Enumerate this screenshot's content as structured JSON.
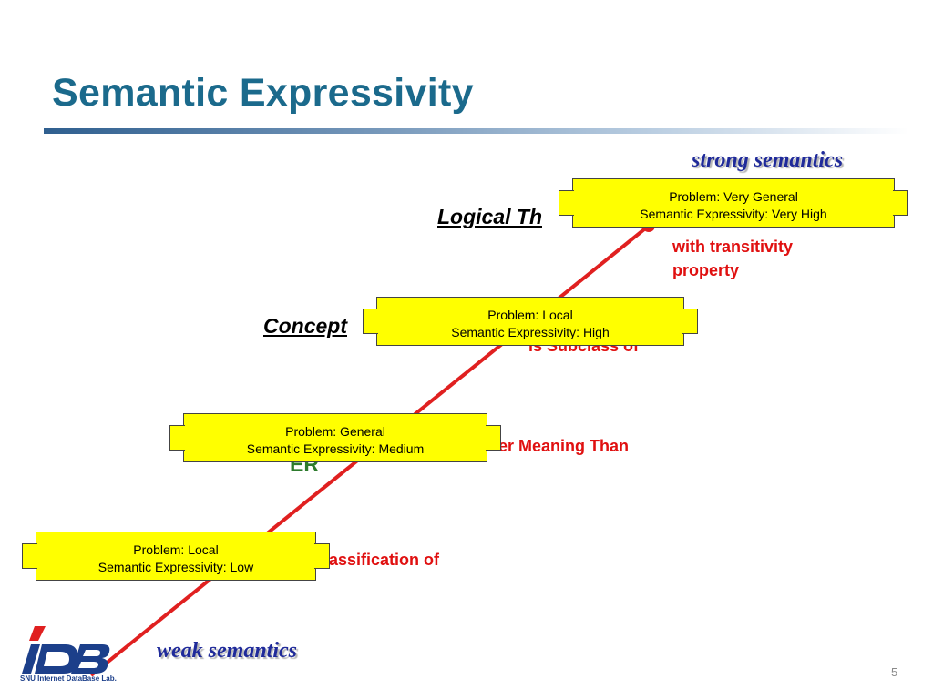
{
  "slide": {
    "title": "Semantic Expressivity",
    "page_number": "5"
  },
  "axis": {
    "top_label": "strong semantics",
    "bottom_label": "weak semantics"
  },
  "levels": [
    {
      "name": "Logical Th",
      "relation_lines": [
        "with transitivity",
        "property"
      ]
    },
    {
      "name": "Concept",
      "relation_lines": [
        "is Subclass of"
      ]
    },
    {
      "name": "ER",
      "relation_lines": [
        "wer Meaning Than"
      ]
    },
    {
      "name": "",
      "relation_lines": [
        "assification of"
      ]
    }
  ],
  "callouts": [
    {
      "line1": "Problem: Very General",
      "line2": "Semantic Expressivity: Very High"
    },
    {
      "line1": "Problem: Local",
      "line2": "Semantic Expressivity: High"
    },
    {
      "line1": "Problem: General",
      "line2": "Semantic Expressivity: Medium"
    },
    {
      "line1": "Problem: Local",
      "line2": "Semantic Expressivity: Low"
    }
  ],
  "logo": {
    "caption": "SNU Internet DataBase Lab."
  },
  "colors": {
    "title": "#1b6a8c",
    "line": "#e02020",
    "callout_fill": "#ffff00",
    "relation_text": "#e01010",
    "semantics_text": "#1f2a9a"
  }
}
